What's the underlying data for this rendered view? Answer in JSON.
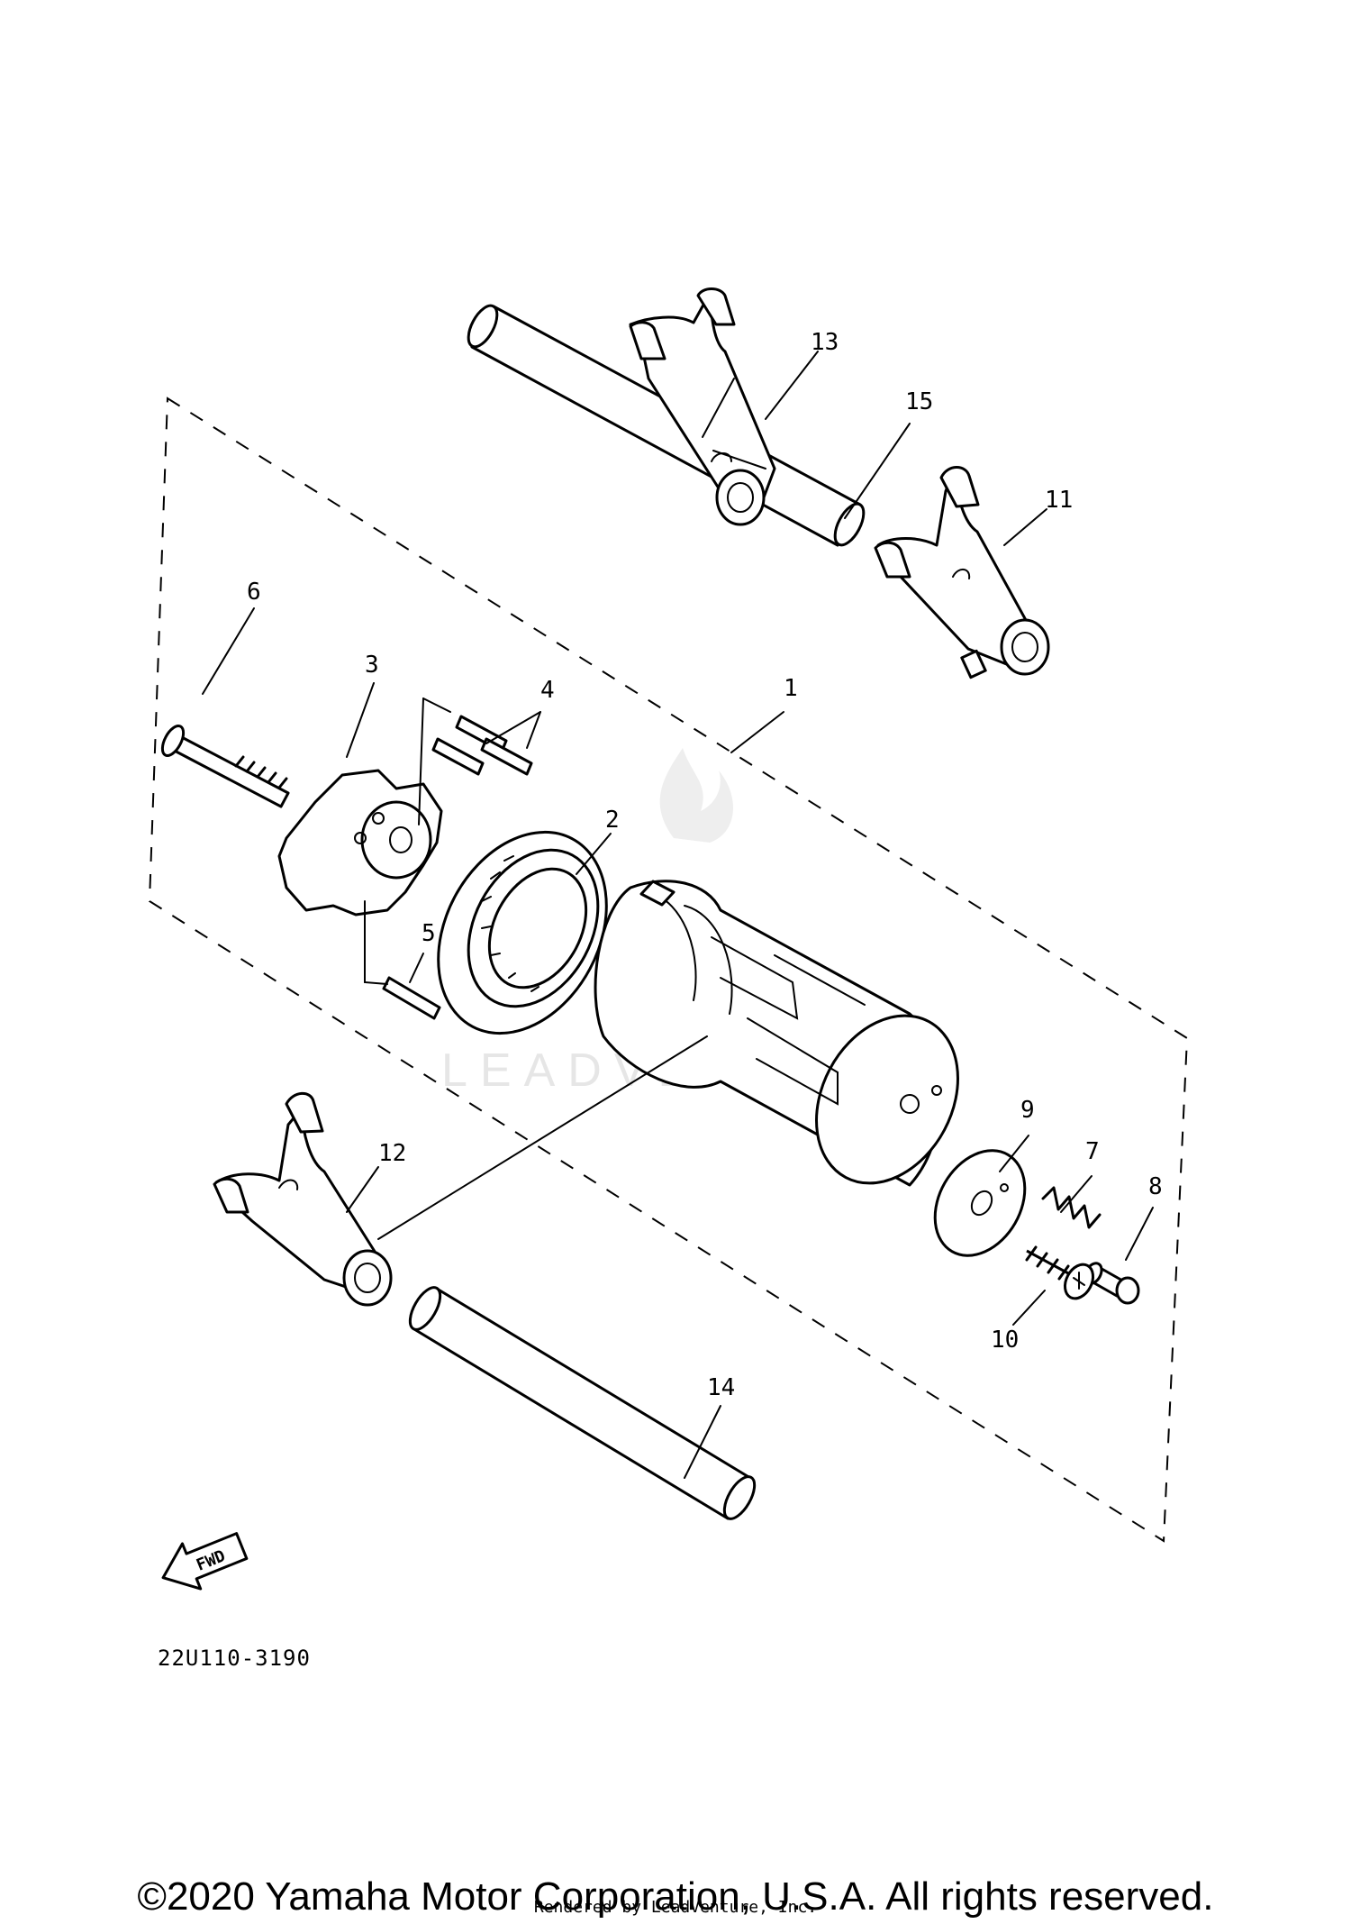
{
  "callouts": {
    "c1": "1",
    "c2": "2",
    "c3": "3",
    "c4": "4",
    "c5": "5",
    "c6": "6",
    "c7": "7",
    "c8": "8",
    "c9": "9",
    "c10": "10",
    "c11": "11",
    "c12": "12",
    "c13": "13",
    "c14": "14",
    "c15": "15"
  },
  "fwd_label": "FWD",
  "diagram_code": "22U110-3190",
  "watermark": "LEADVENTURE",
  "copyright": "©2020 Yamaha Motor Corporation, U.S.A. All rights reserved.",
  "rendered_by": "Rendered by LeadVenture, Inc."
}
